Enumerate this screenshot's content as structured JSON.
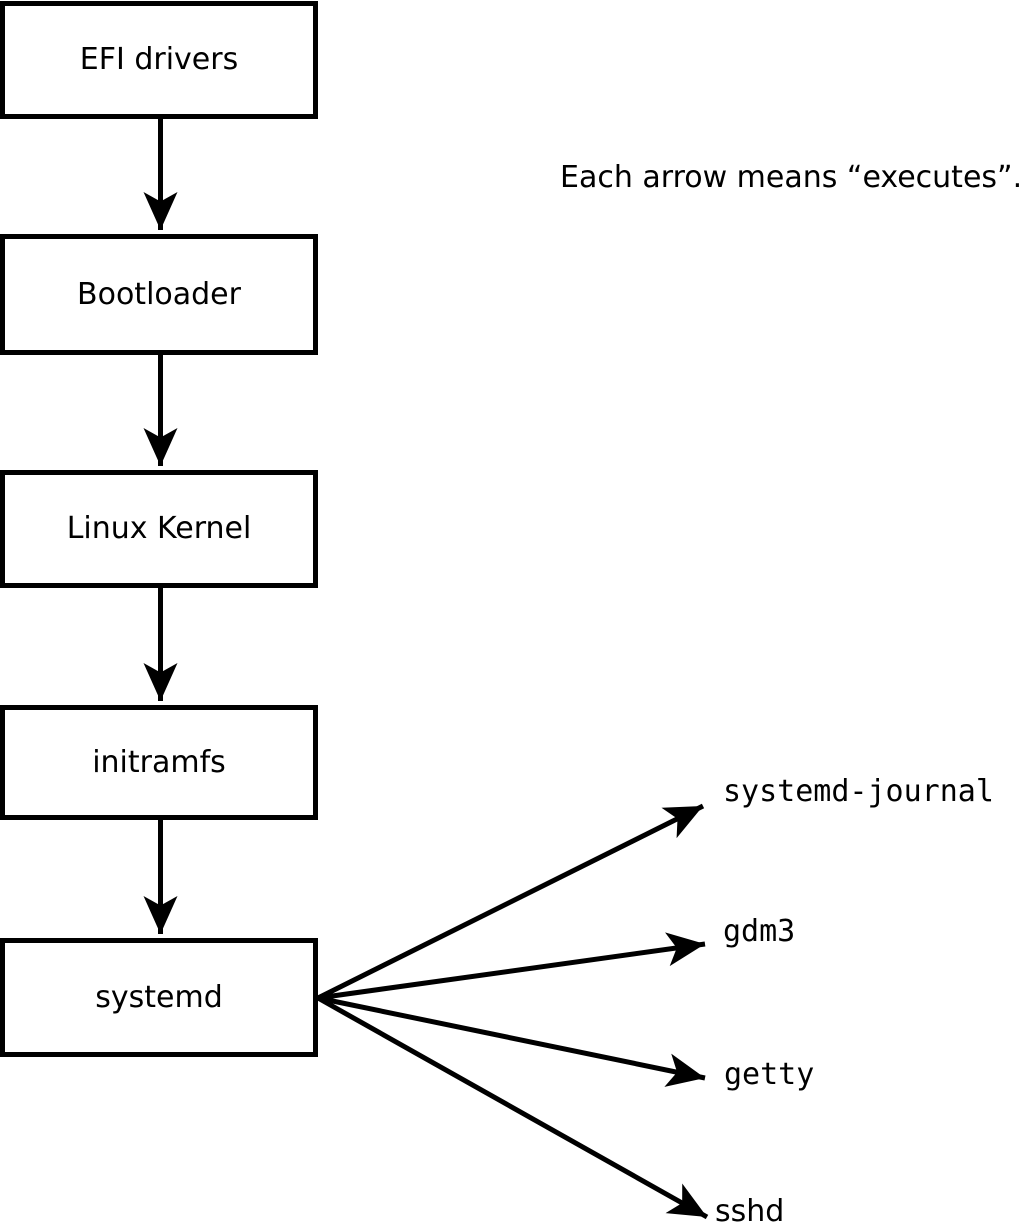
{
  "annotation": {
    "text": "Each arrow means “executes”."
  },
  "nodes": [
    {
      "id": "efi-drivers",
      "label": "EFI drivers"
    },
    {
      "id": "bootloader",
      "label": "Bootloader"
    },
    {
      "id": "linux-kernel",
      "label": "Linux Kernel"
    },
    {
      "id": "initramfs",
      "label": "initramfs"
    },
    {
      "id": "systemd",
      "label": "systemd"
    }
  ],
  "targets": [
    {
      "id": "systemd-journal",
      "label": "systemd-journal"
    },
    {
      "id": "gdm3",
      "label": "gdm3"
    },
    {
      "id": "getty",
      "label": "getty"
    },
    {
      "id": "sshd",
      "label": "sshd"
    }
  ],
  "edges": [
    {
      "from": "EFI drivers",
      "to": "Bootloader"
    },
    {
      "from": "Bootloader",
      "to": "Linux Kernel"
    },
    {
      "from": "Linux Kernel",
      "to": "initramfs"
    },
    {
      "from": "initramfs",
      "to": "systemd"
    },
    {
      "from": "systemd",
      "to": "systemd-journal"
    },
    {
      "from": "systemd",
      "to": "gdm3"
    },
    {
      "from": "systemd",
      "to": "getty"
    },
    {
      "from": "systemd",
      "to": "sshd"
    }
  ],
  "colors": {
    "background": "#ffffff",
    "line": "#000000",
    "box_border": "#000000",
    "box_fill": "#ffffff",
    "text": "#000000"
  }
}
